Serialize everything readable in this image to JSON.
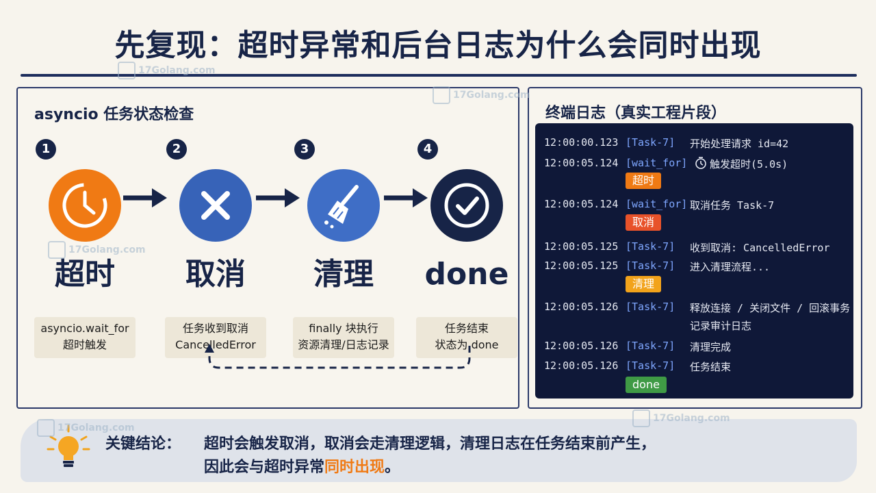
{
  "title": "先复现：超时异常和后台日志为什么会同时出现",
  "left_panel": {
    "title": "asyncio 任务状态检查",
    "steps": [
      {
        "num": "1",
        "label": "超时",
        "desc": [
          "asyncio.wait_for",
          "超时触发"
        ],
        "icon": "clock-icon",
        "color": "#f07a14"
      },
      {
        "num": "2",
        "label": "取消",
        "desc": [
          "任务收到取消",
          "CancelledError"
        ],
        "icon": "close-icon",
        "color": "#3763b8"
      },
      {
        "num": "3",
        "label": "清理",
        "desc": [
          "finally 块执行",
          "资源清理/日志记录"
        ],
        "icon": "broom-icon",
        "color": "#3f6ec6"
      },
      {
        "num": "4",
        "label": "done",
        "desc": [
          "任务结束",
          "状态为 done"
        ],
        "icon": "check-icon",
        "color": "#172447"
      }
    ]
  },
  "right_panel": {
    "title": "终端日志（真实工程片段）",
    "logs": [
      {
        "time": "12:00:00.123",
        "tag": "[Task-7]",
        "msg": "开始处理请求 id=42"
      },
      {
        "time": "12:00:05.124",
        "tag": "[wait_for]",
        "msg": "触发超时(5.0s)",
        "icon": "timer-icon",
        "badge": "超时",
        "badge_color": "#f07a14"
      },
      {
        "time": "12:00:05.124",
        "tag": "[wait_for]",
        "msg": "取消任务 Task-7",
        "badge": "取消",
        "badge_color": "#e8522a"
      },
      {
        "time": "12:00:05.125",
        "tag": "[Task-7]",
        "msg": "收到取消: CancelledError"
      },
      {
        "time": "12:00:05.125",
        "tag": "[Task-7]",
        "msg": "进入清理流程...",
        "badge": "清理",
        "badge_color": "#f2a31b"
      },
      {
        "time": "12:00:05.126",
        "tag": "[Task-7]",
        "msg": "释放连接 / 关闭文件 / 回滚事务",
        "msg2": "记录审计日志"
      },
      {
        "time": "12:00:05.126",
        "tag": "[Task-7]",
        "msg": "清理完成"
      },
      {
        "time": "12:00:05.126",
        "tag": "[Task-7]",
        "msg": "任务结束",
        "badge": "done",
        "badge_color": "#3f9a45"
      }
    ]
  },
  "conclusion": {
    "label": "关键结论：",
    "line1": "超时会触发取消，取消会走清理逻辑，清理日志在任务结束前产生，",
    "line2_prefix": "因此会与超时异常",
    "line2_highlight": "同时出现",
    "line2_suffix": "。",
    "icon": "lightbulb-icon"
  },
  "watermark": "17Golang.com",
  "colors": {
    "navy": "#172447",
    "orange": "#f07a14",
    "blue": "#3763b8",
    "terminal_bg": "#0f1838"
  }
}
